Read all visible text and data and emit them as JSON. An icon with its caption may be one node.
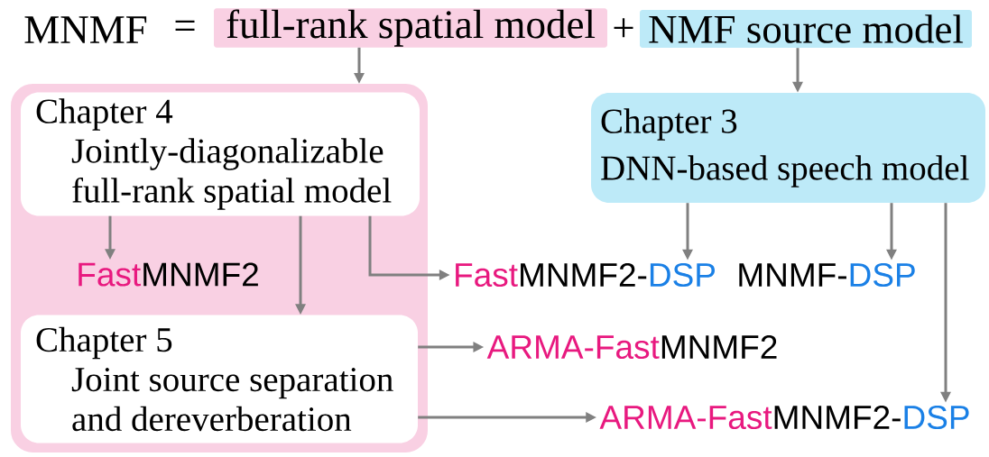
{
  "diagram": {
    "nodes": [
      {
        "text": [
          "full-rank spatial model"
        ]
      },
      {
        "text": [
          "NMF source model"
        ]
      },
      {
        "text": [],
        "shape": "box"
      },
      {
        "text": [
          "Chapter 4",
          "Jointly-diagonalizable full-rank spatial model"
        ],
        "in": 2
      },
      {
        "text": [
          "Fast",
          "MNMF2"
        ],
        "in": 2
      },
      {
        "text": [
          "Chapter 5",
          "Joint source separation and dereverberation"
        ],
        "in": 2
      },
      {
        "text": [
          "Chapter 3",
          "DNN-based speech model"
        ]
      },
      {
        "text": [
          "Fast",
          "MNMF2-",
          "DSP"
        ]
      },
      {
        "text": [
          "MNMF-",
          "DSP"
        ]
      },
      {
        "text": [
          "ARMA-Fast",
          "MNMF2"
        ]
      },
      {
        "text": [
          "ARMA-Fast",
          "MNMF2-",
          "DSP"
        ]
      }
    ],
    "edges": [
      {
        "from": 0,
        "to": 2,
        "arrow": "to"
      },
      {
        "from": 1,
        "to": 6,
        "arrow": "to"
      },
      {
        "from": 3,
        "to": 4,
        "arrow": "to"
      },
      {
        "from": 3,
        "to": 5,
        "arrow": "to"
      },
      {
        "from": 3,
        "to": 7,
        "arrow": "to"
      },
      {
        "from": 6,
        "to": 7,
        "arrow": "to"
      },
      {
        "from": 6,
        "to": 8,
        "arrow": "to"
      },
      {
        "from": 6,
        "to": 10,
        "arrow": "to"
      },
      {
        "from": 5,
        "to": 9,
        "arrow": "to"
      },
      {
        "from": 5,
        "to": 10,
        "arrow": "to"
      }
    ],
    "labels": [
      "MNMF",
      "=",
      "+"
    ]
  }
}
